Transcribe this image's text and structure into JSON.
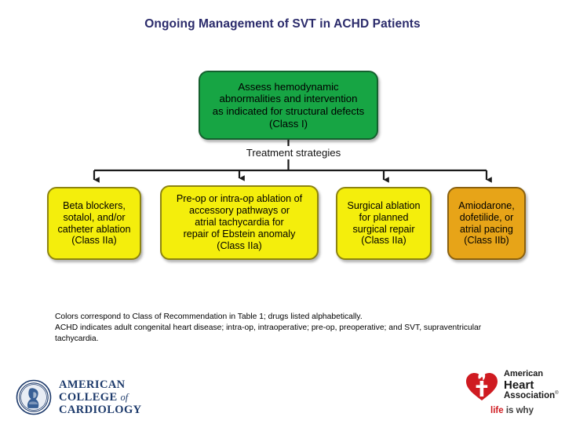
{
  "title": "Ongoing Management of SVT in ACHD Patients",
  "colors": {
    "title_navy": "#2b2b6b",
    "class_i_green": "#17a544",
    "class_iia_yellow": "#f4ee0c",
    "class_iib_amber": "#e7a418",
    "connector_black": "#1a1a1a",
    "acc_navy": "#1d3a6b",
    "aha_red": "#cf1b21"
  },
  "flowchart": {
    "root": {
      "label": "Assess hemodynamic\nabnormalities and intervention\nas indicated for structural defects\n(Class I)",
      "class_of_recommendation": "Class I",
      "color": "#17a544"
    },
    "branch_label": "Treatment strategies",
    "branches": [
      {
        "label": "Beta blockers,\nsotalol, and/or\ncatheter ablation\n(Class IIa)",
        "class_of_recommendation": "Class IIa",
        "color": "#f4ee0c"
      },
      {
        "label": "Pre-op or intra-op ablation of\naccessory pathways or\natrial tachycardia for\nrepair of Ebstein anomaly\n(Class IIa)",
        "class_of_recommendation": "Class IIa",
        "color": "#f4ee0c"
      },
      {
        "label": "Surgical ablation\nfor planned\nsurgical repair\n(Class IIa)",
        "class_of_recommendation": "Class IIa",
        "color": "#f4ee0c"
      },
      {
        "label": "Amiodarone,\ndofetilide, or\natrial pacing\n(Class IIb)",
        "class_of_recommendation": "Class IIb",
        "color": "#e7a418"
      }
    ]
  },
  "footnote": {
    "line1": "Colors correspond to Class of Recommendation in Table 1; drugs listed alphabetically.",
    "line2": "ACHD indicates adult congenital heart disease; intra-op, intraoperative; pre-op, preoperative; and SVT, supraventricular tachycardia."
  },
  "logos": {
    "acc": {
      "line1": "AMERICAN",
      "line2a": "COLLEGE ",
      "line2b": "of",
      "line3": "CARDIOLOGY"
    },
    "aha": {
      "line1": "American",
      "line2": "Heart",
      "line3": "Association",
      "registered": "®",
      "tagline_accent": "life",
      "tagline_rest": " is why"
    }
  }
}
